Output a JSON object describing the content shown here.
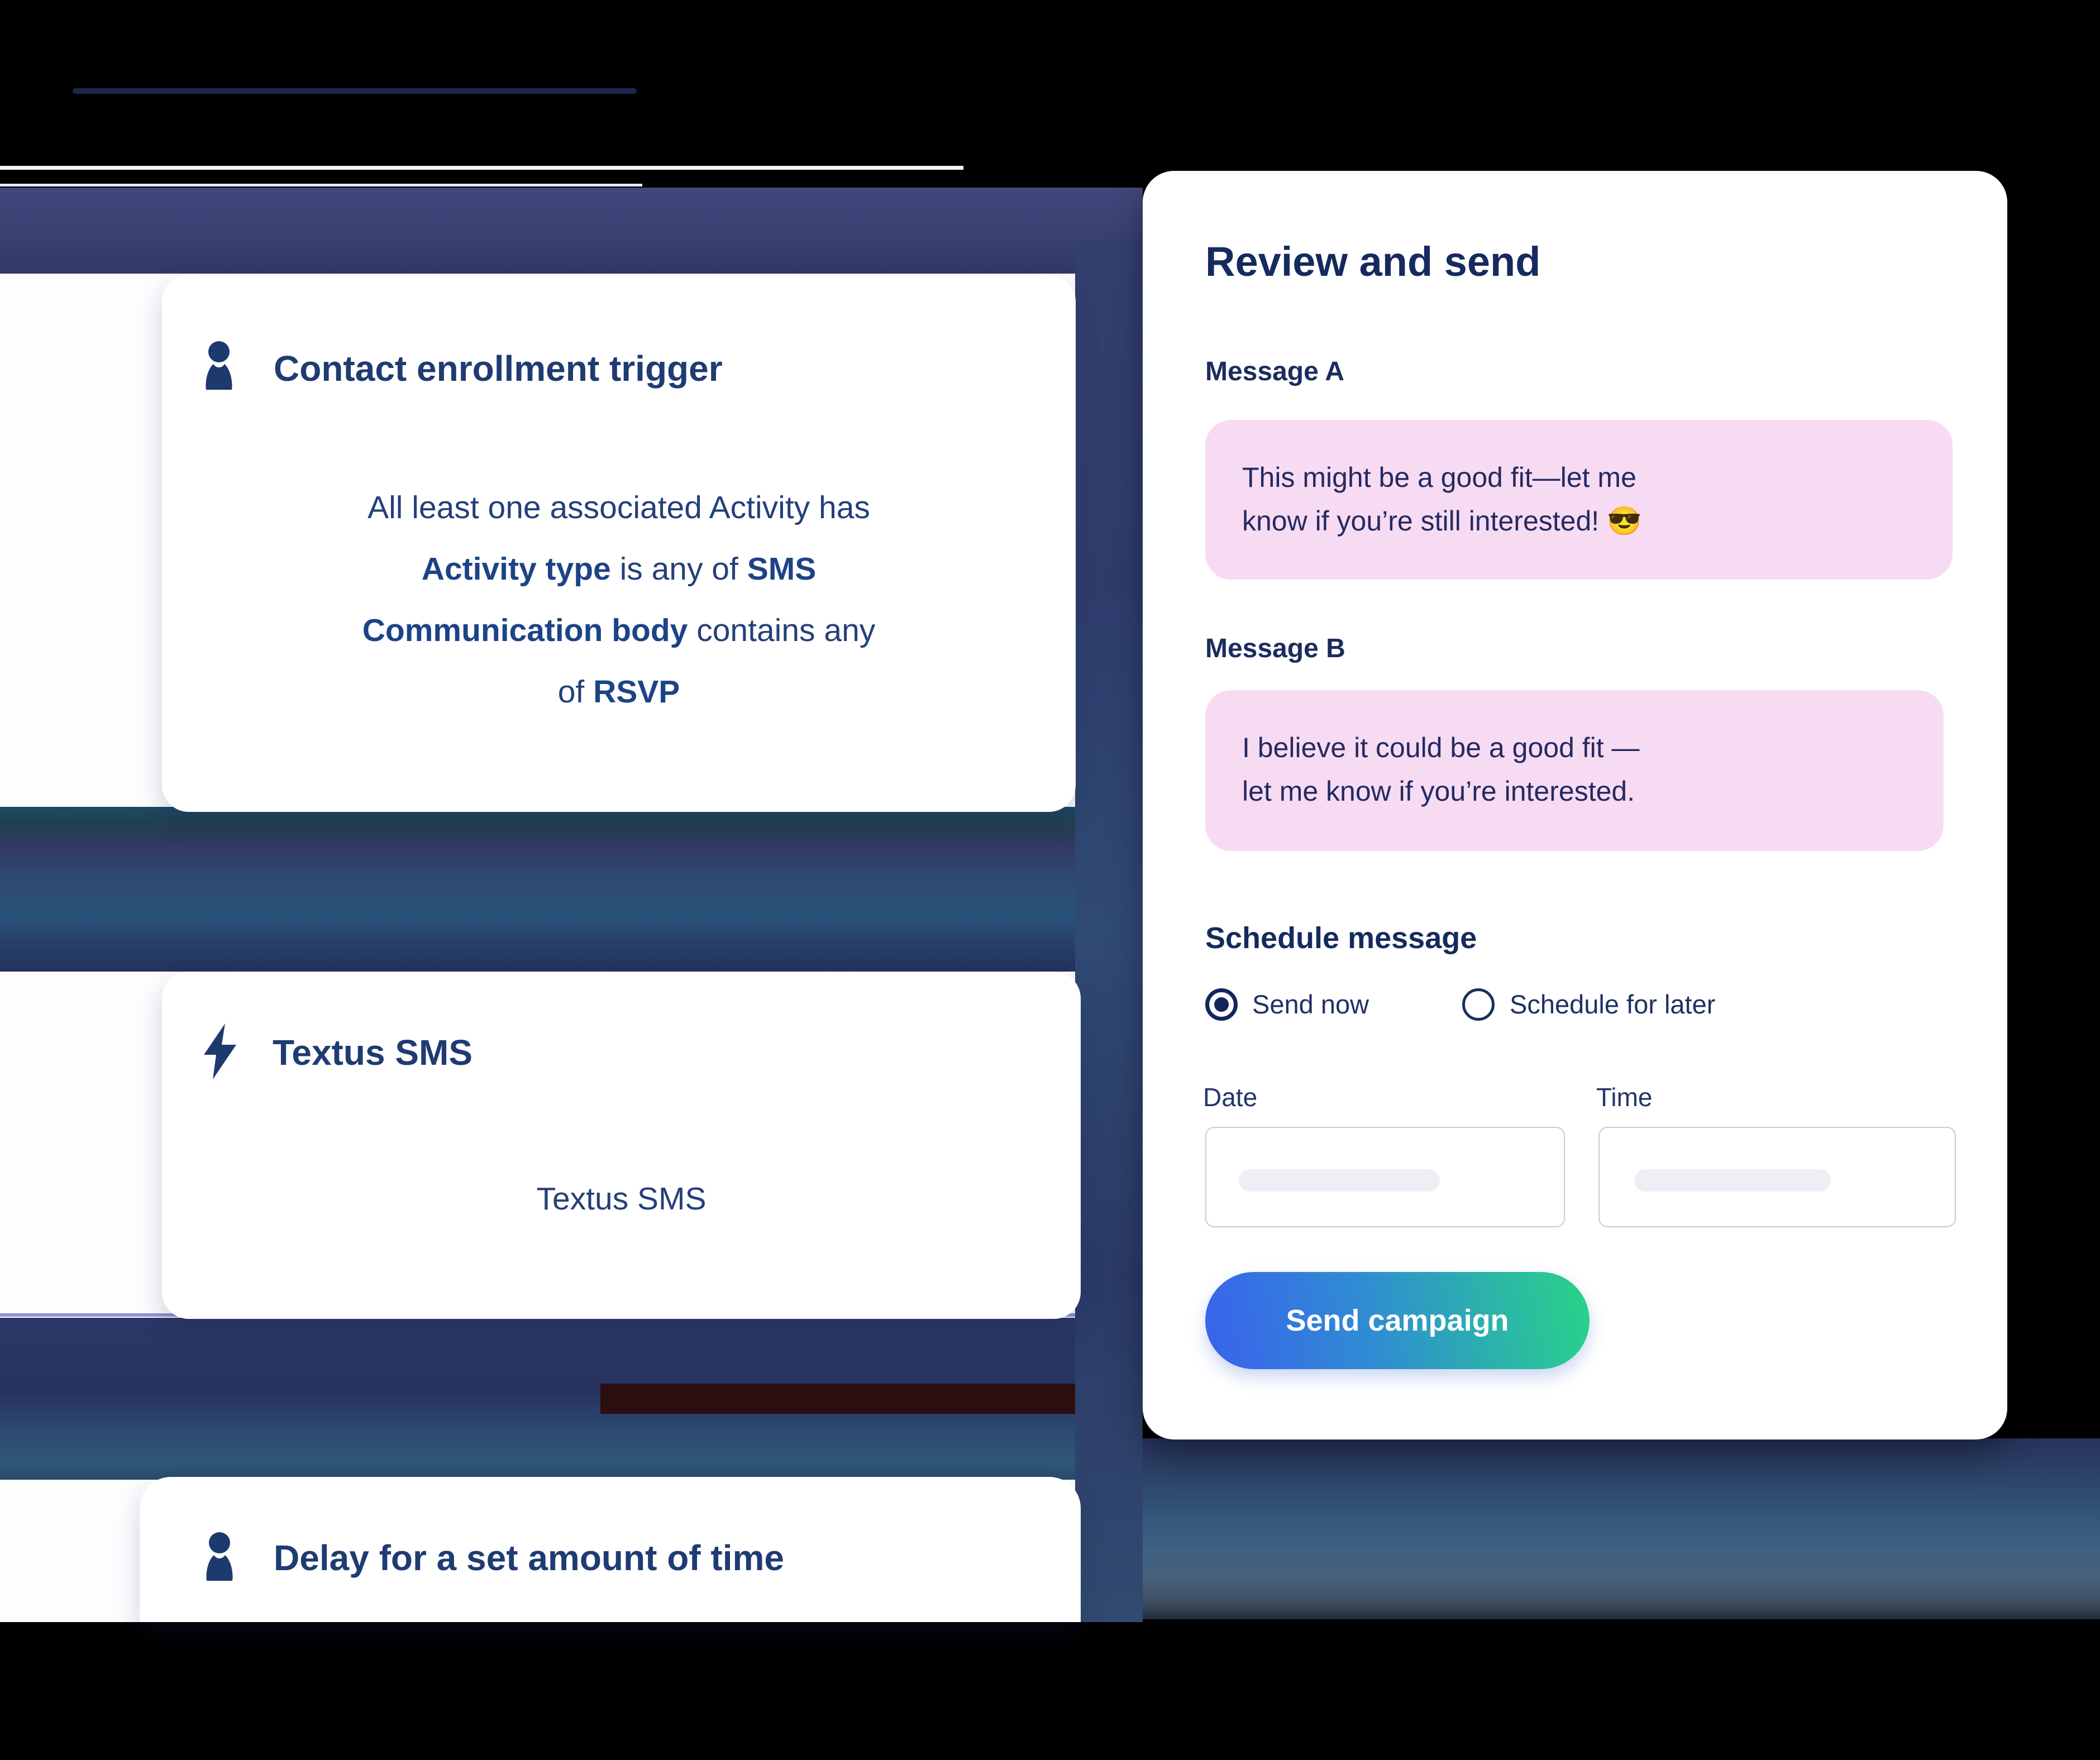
{
  "workflow": {
    "cards": [
      {
        "title": "Contact enrollment trigger",
        "icon": "person",
        "body": {
          "l1": "All least one associated Activity has",
          "l2a": "Activity type",
          "l2b": " is any of ",
          "l2c": "SMS",
          "l3a": "Communication body",
          "l3b": " contains any",
          "l4a": "of ",
          "l4b": "RSVP"
        }
      },
      {
        "title": "Textus SMS",
        "icon": "lightning",
        "body_text": "Textus SMS"
      },
      {
        "title": "Delay for a set amount of time",
        "icon": "person"
      }
    ]
  },
  "panel": {
    "title": "Review and send",
    "message_a": {
      "label": "Message A",
      "lines": [
        "This might be a good fit—let me",
        "know if you’re still interested! 😎"
      ]
    },
    "message_b": {
      "label": "Message B",
      "lines": [
        "I believe it could be a good fit —",
        "let me know if you’re interested."
      ]
    },
    "schedule": {
      "heading": "Schedule message",
      "options": [
        {
          "label": "Send now",
          "selected": true
        },
        {
          "label": "Schedule for later",
          "selected": false
        }
      ],
      "date_label": "Date",
      "time_label": "Time"
    },
    "send_button": "Send campaign"
  },
  "colors": {
    "navy_text": "#1d3a6e",
    "bubble_pink": "#f7dbf3",
    "band_navy": "#333a68",
    "button_gradient_start": "#3a61ee",
    "button_gradient_end": "#28d487"
  }
}
